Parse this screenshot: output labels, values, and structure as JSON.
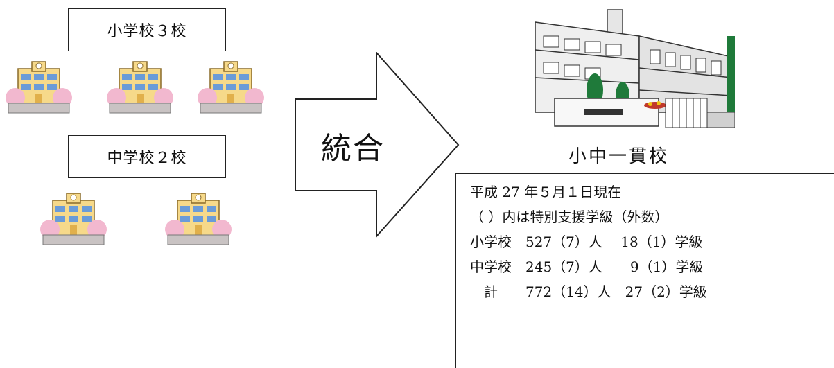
{
  "groups": {
    "elementary_label": "小学校３校",
    "junior_label": "中学校２校"
  },
  "merge": {
    "label": "統合"
  },
  "result": {
    "caption": "小中一貫校"
  },
  "info": {
    "lines": [
      "平成 27 年５月１日現在",
      "（ ）内は特別支援学級（外数）",
      "小学校　527（7）人　 18（1）学級",
      "中学校　245（7）人　　9（1）学級",
      "　計　　772（14）人　27（2）学級"
    ]
  },
  "colors": {
    "school_wall": "#f6d98a",
    "school_window": "#6a9bd8",
    "blossom": "#f2b8cf",
    "building_wall": "#f0f0f0",
    "tree": "#1f7a3a"
  }
}
